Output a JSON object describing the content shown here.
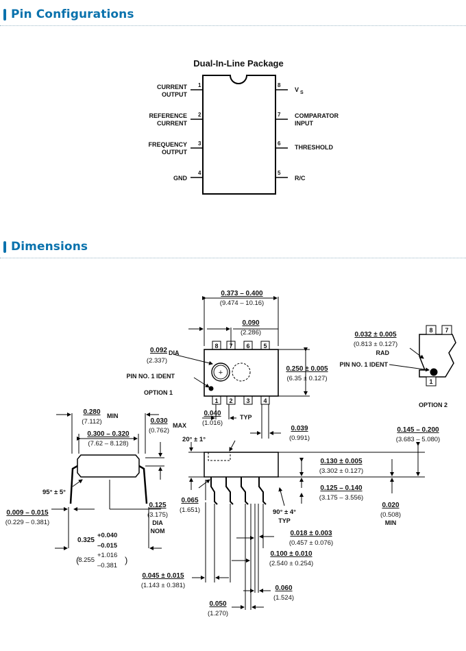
{
  "theme": {
    "accent": "#0a72ad",
    "bar": "#0a72ad"
  },
  "sections": {
    "pin_config": {
      "title": "Pin Configurations"
    },
    "dimensions": {
      "title": "Dimensions"
    }
  },
  "pin_diagram": {
    "package_title": "Dual-In-Line Package",
    "pins": [
      {
        "num": "1",
        "label1": "CURRENT",
        "label2": "OUTPUT"
      },
      {
        "num": "2",
        "label1": "REFERENCE",
        "label2": "CURRENT"
      },
      {
        "num": "3",
        "label1": "FREQUENCY",
        "label2": "OUTPUT"
      },
      {
        "num": "4",
        "label1": "GND",
        "label2": ""
      },
      {
        "num": "5",
        "label1": "R/C",
        "label2": ""
      },
      {
        "num": "6",
        "label1": "THRESHOLD",
        "label2": ""
      },
      {
        "num": "7",
        "label1": "COMPARATOR",
        "label2": "INPUT"
      },
      {
        "num": "8",
        "label1": "V",
        "label2": "S"
      }
    ]
  },
  "dims": {
    "top_width": {
      "in": "0.373 – 0.400",
      "mm": "(9.474 – 10.16)"
    },
    "offset": {
      "in": "0.090",
      "mm": "(2.286)"
    },
    "dia": {
      "in": "0.092",
      "mm": "(2.337)",
      "label": "DIA"
    },
    "body_width": {
      "in": "0.250 ± 0.005",
      "mm": "(6.35 ± 0.127)"
    },
    "pin1_ident": "PIN NO. 1 IDENT",
    "option1": "OPTION 1",
    "pitch_top": {
      "in": "0.040",
      "mm": "(1.016)",
      "label": "TYP"
    },
    "lead_w": {
      "in": "0.039",
      "mm": "(0.991)"
    },
    "option2_rad": {
      "in": "0.032 ± 0.005",
      "mm": "(0.813 ± 0.127)",
      "label": "RAD"
    },
    "option2_ident": "PIN NO. 1 IDENT",
    "option2": "OPTION 2",
    "option2_pins": [
      "8",
      "7",
      "1"
    ],
    "top_pins": [
      "8",
      "7",
      "6",
      "5"
    ],
    "bottom_pins": [
      "1",
      "2",
      "3",
      "4"
    ],
    "row_min": {
      "in": "0.280",
      "mm": "(7.112)",
      "label": "MIN"
    },
    "row_max": {
      "in": "0.030",
      "mm": "(0.762)",
      "label": "MAX"
    },
    "row_span": {
      "in": "0.300 – 0.320",
      "mm": "(7.62 – 8.128)"
    },
    "angle95": "95° ± 5°",
    "angle20": "20° ± 1°",
    "lead_thk": {
      "in": "0.009 – 0.015",
      "mm": "(0.229 – 0.381)"
    },
    "lead_dia": {
      "in": "0.125",
      "mm": "(3.175)",
      "label1": "DIA",
      "label2": "NOM"
    },
    "seat_in": {
      "main": "0.325",
      "plus": "+0.040",
      "minus": "–0.015"
    },
    "seat_mm": {
      "main": "8.255",
      "plus": "+1.016",
      "minus": "–0.381"
    },
    "height": {
      "in": "0.145 – 0.200",
      "mm": "(3.683 – 5.080)"
    },
    "body_h": {
      "in": "0.130 ± 0.005",
      "mm": "(3.302 ± 0.127)"
    },
    "lead_len": {
      "in": "0.125 – 0.140",
      "mm": "(3.175 – 3.556)"
    },
    "standoff": {
      "in": "0.020",
      "mm": "(0.508)",
      "label": "MIN"
    },
    "shoulder": {
      "in": "0.065",
      "mm": "(1.651)"
    },
    "angle90": "90° ± 4°",
    "typ": "TYP",
    "lead_w2": {
      "in": "0.018 ± 0.003",
      "mm": "(0.457 ± 0.076)"
    },
    "pitch": {
      "in": "0.100 ± 0.010",
      "mm": "(2.540 ± 0.254)"
    },
    "end_w": {
      "in": "0.045 ± 0.015",
      "mm": "(1.143 ± 0.381)"
    },
    "w060": {
      "in": "0.060",
      "mm": "(1.524)"
    },
    "w050": {
      "in": "0.050",
      "mm": "(1.270)"
    }
  }
}
